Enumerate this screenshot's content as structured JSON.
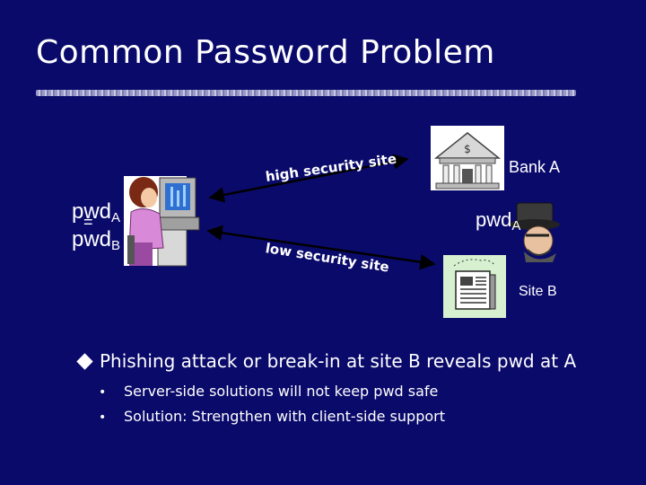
{
  "slide": {
    "title": "Common Password Problem"
  },
  "diagram": {
    "user_pwd_a": "pwd",
    "user_pwd_a_sub": "A",
    "equals": "=",
    "user_pwd_b": "pwd",
    "user_pwd_b_sub": "B",
    "high_security_label": "high security site",
    "low_security_label": "low security site",
    "bank_label": "Bank A",
    "bank_symbol": "$",
    "attacker_pwd": "pwd",
    "attacker_pwd_sub": "A",
    "site_b_label": "Site B",
    "icons": [
      "user-at-computer-icon",
      "bank-building-icon",
      "news-site-icon",
      "attacker-icon"
    ],
    "colors": {
      "background": "#0a0a6b",
      "text": "#ffffff"
    }
  },
  "bullets": {
    "main": "Phishing attack or break-in at site B reveals pwd at A",
    "sub": [
      {
        "marker": "•",
        "text": "Server-side solutions will not keep pwd safe"
      },
      {
        "marker": "•",
        "text": "Solution: Strengthen with client-side support"
      }
    ]
  }
}
